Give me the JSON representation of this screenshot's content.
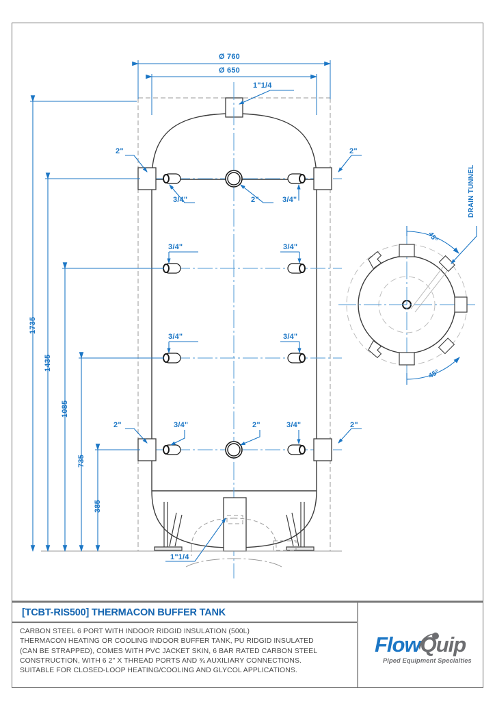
{
  "drawing": {
    "title_code": "[TCBT-RIS500] THERMACON BUFFER TANK",
    "description_lines": [
      "CARBON STEEL 6 PORT WITH INDOOR RIDGID INSULATION (500L)",
      "THERMACON HEATING OR COOLING INDOOR BUFFER TANK, PU RIDGID INSULATED",
      "(CAN BE STRAPPED), COMES WITH PVC JACKET SKIN, 6 BAR RATED CARBON STEEL",
      "CONSTRUCTION,  WITH  6  2\"  X  THREAD  PORTS  AND  ¾  AUXILIARY  CONNECTIONS.",
      "SUITABLE FOR CLOSED-LOOP HEATING/COOLING AND GLYCOL APPLICATIONS."
    ]
  },
  "logo": {
    "part1": "Flow",
    "part2": "Quip",
    "tagline": "Piped Equipment Specialties",
    "color_primary": "#1b76c5",
    "color_secondary": "#6d6e71"
  },
  "front_view": {
    "diameter_outer": "Ø  760",
    "diameter_inner": "Ø  650",
    "top_connection": "1\"1/4",
    "bottom_connection": "1\"1/4",
    "heights": [
      "1735",
      "1435",
      "1085",
      "735",
      "385"
    ],
    "port_labels": {
      "row1_left_flange": "2\"",
      "row1_right_flange": "2\"",
      "row1_left_small": "3/4\"",
      "row1_center": "2\"",
      "row1_right_small": "3/4\"",
      "row2_left_small": "3/4\"",
      "row2_right_small": "3/4\"",
      "row3_left_small": "3/4\"",
      "row3_right_small": "3/4\"",
      "row4_left_flange": "2\"",
      "row4_right_flange": "2\"",
      "row4_left_small": "3/4\"",
      "row4_center": "2\"",
      "row4_right_small": "3/4\""
    }
  },
  "plan_view": {
    "angle_top": "45°",
    "angle_bottom": "45°",
    "drain_label": "DRAIN TUNNEL"
  },
  "style": {
    "dim_color": "#1b76c5",
    "part_color": "#3c3c3c",
    "hidden_color": "#9a9a9a"
  }
}
